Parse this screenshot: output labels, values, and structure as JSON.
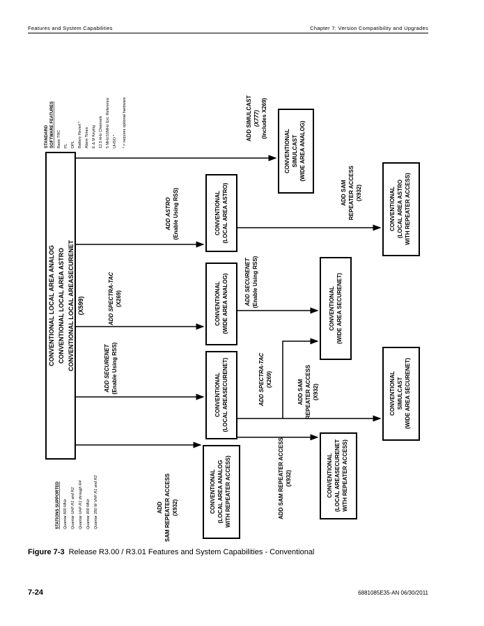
{
  "header": {
    "left": "Features and System Capabilities",
    "right": "Chapter 7: Version Compatibility and Upgrades"
  },
  "main_box": {
    "lines": [
      "CONVENTIONAL LOCAL AREA ANALOG",
      "CONVENTIONAL LOCAL AREA ASTRO",
      "CONVENTIONAL LOCAL AREASECURENET",
      "(X599)"
    ]
  },
  "standard_features": {
    "title": [
      "STANDARD",
      "SOFTWARE FEATURES"
    ],
    "items": [
      "Basic TRC",
      "PL",
      "DPL",
      "Battery Revert *",
      "Alarm Tones",
      "E & M Keying",
      "12.5 kHz Channels",
      "5 MHz/10MHz Ext. Reference",
      "UHSO *"
    ],
    "note": "* = requires optional hardware"
  },
  "stations_supported": {
    "title": "STATIONS SUPPORTED",
    "items": [
      "Quantar 800 MHz",
      "Quantar UHF R1 and R2",
      "Quantar UHF R1 through R4",
      "Quantar 900 MHz",
      "Quantar 350 W VHF R1 and R2"
    ]
  },
  "boxes": {
    "simulcast_analog": [
      "CONVENTIONAL",
      "SIMULCAST",
      "(WIDE AREA ANALOG)"
    ],
    "local_astro": [
      "CONVENTIONAL",
      "(LOCAL AREA ASTRO)"
    ],
    "wide_analog": [
      "CONVENTIONAL",
      "(WIDE AREA ANALOG)"
    ],
    "local_securenet": [
      "CONVENTIONAL",
      "(LOCAL AREASECURENET)"
    ],
    "local_analog_ra": [
      "CONVENTIONAL",
      "(LOCAL AREA ANALOG",
      "WITH REPEATER ACCESS)"
    ],
    "local_astro_ra": [
      "CONVENTIONAL",
      "(LOCAL AREA ASTRO",
      "WITH REPEATER ACCESS)"
    ],
    "wide_securenet": [
      "CONVENTIONAL",
      "(WIDE AREA SECURENET)"
    ],
    "simulcast_securenet": [
      "CONVENTIONAL",
      "SIMULCAST",
      "(WIDE AREA SECURENET)"
    ],
    "local_securenet_ra": [
      "CONVENTIONAL",
      "(LOCAL AREASECURENET",
      "WITH REPEATER ACCESS)"
    ]
  },
  "labels": {
    "simulcast": [
      "ADD SIMULCAST",
      "(X777)",
      "(Includes X269)"
    ],
    "add_astro": [
      "ADD ASTRO",
      "(Enable Using RSS)"
    ],
    "spectra_tac_1": [
      "ADD SPECTRA-TAC",
      "(X269)"
    ],
    "add_securenet_1": [
      "ADD SECURENET",
      "(Enable Using RSS)"
    ],
    "add_sam_left": [
      "ADD",
      "SAM REPEATER ACCESS",
      "(X932)"
    ],
    "add_securenet_2": [
      "ADD SECURENET",
      "(Enable Using RSS)"
    ],
    "spectra_tac_2": [
      "ADD SPECTRA-TAC",
      "(X269)"
    ],
    "add_sam_mid": [
      "ADD SAM",
      "REPEATER ACCESS",
      "(X932)"
    ],
    "add_sam_bottom": [
      "ADD SAM REPEATER ACCESS",
      "(X932)"
    ],
    "add_sam_right": [
      "ADD SAM",
      "REPEATER ACCESS",
      "(X932)"
    ]
  },
  "caption": {
    "figure": "Figure 7-3",
    "text": "Release R3.00 / R3.01 Features and System Capabilities - Conventional"
  },
  "footer": {
    "page": "7-24",
    "doc": "6881085E35-AN     06/30/2011"
  }
}
